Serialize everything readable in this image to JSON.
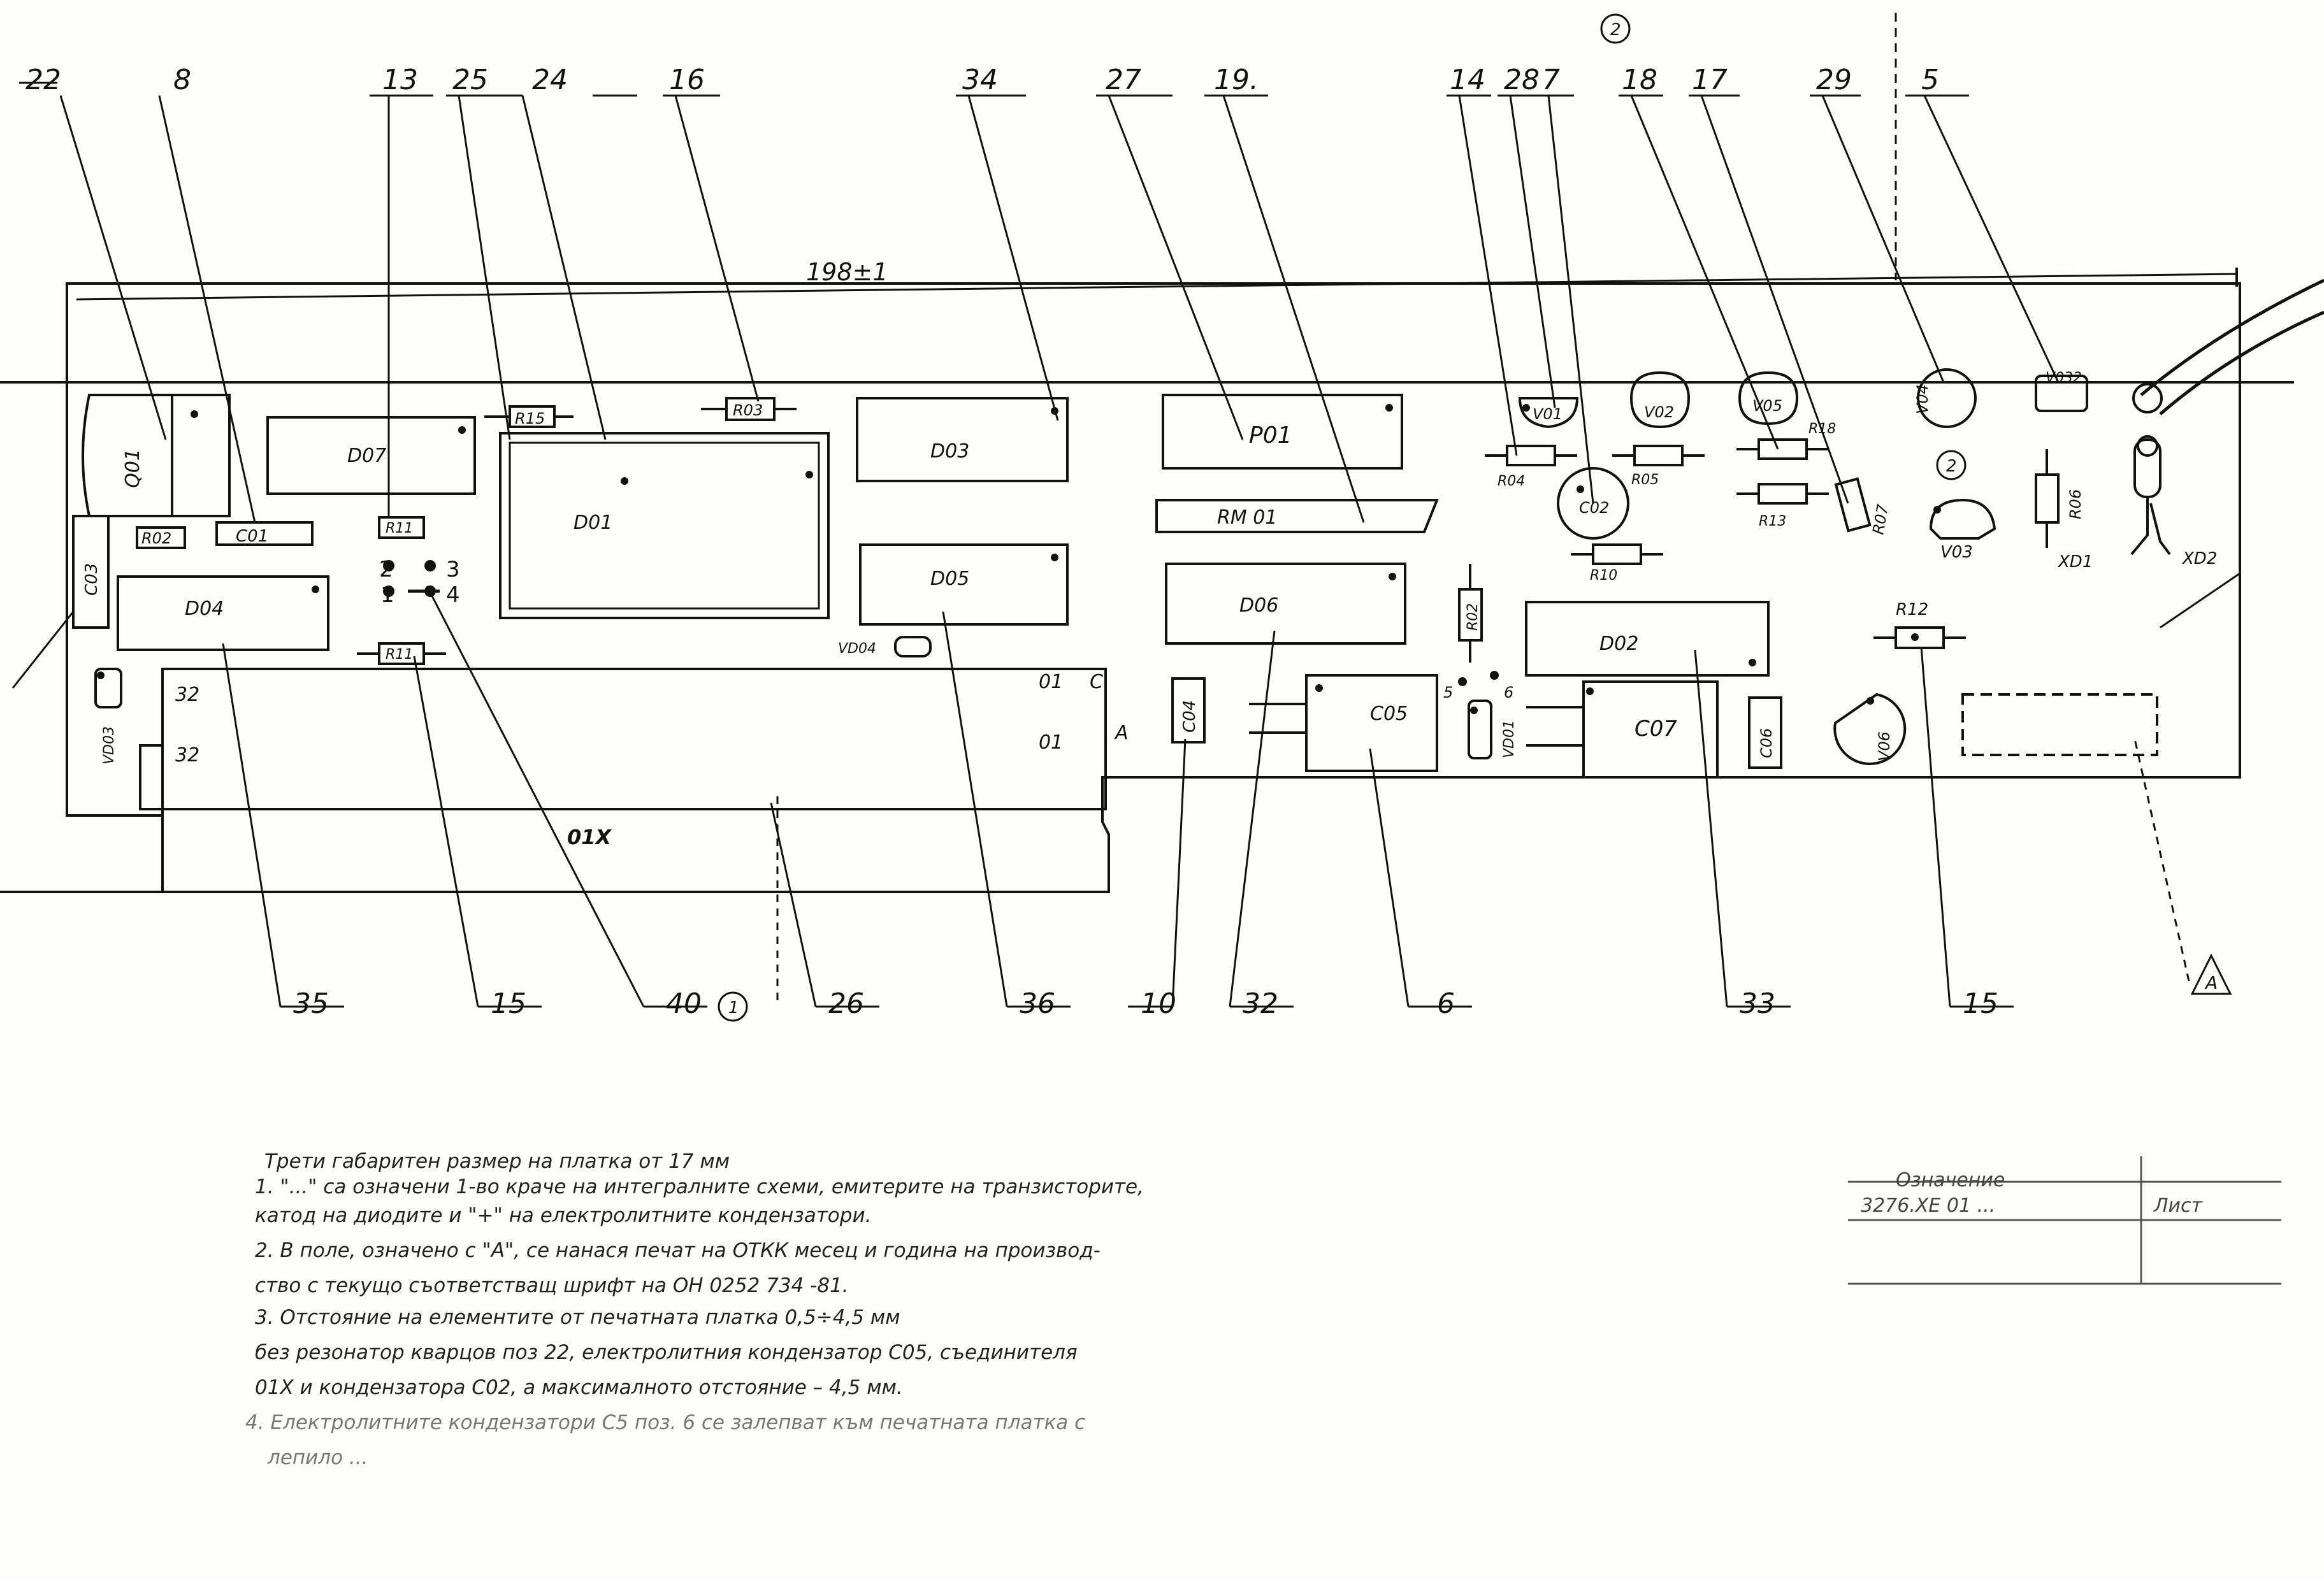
{
  "dimension": "198±1",
  "components": {
    "Q01": "Q01",
    "D07": "D07",
    "R15": "R15",
    "R03": "R03",
    "D03": "D03",
    "P01": "P01",
    "V01": "V01",
    "V02": "V02",
    "V05": "V05",
    "V04": "V04",
    "V032": "V032",
    "R02": "R02",
    "C01": "C01",
    "R11_top": "R11",
    "D01": "D01",
    "RM01": "RM 01",
    "R04": "R04",
    "C02": "C02",
    "R05": "R05",
    "R13": "R13",
    "R07": "R07",
    "R06": "R06",
    "V03": "V03",
    "C03": "C03",
    "D04": "D04",
    "R11_bot": "R11",
    "D05": "D05",
    "D06": "D06",
    "R10": "R10",
    "R02b": "R02",
    "D02": "D02",
    "R12": "R12",
    "XD1": "XD1",
    "XD2": "XD2",
    "R18": "R18",
    "VD04": "VD04",
    "VD03": "VD03",
    "C04": "C04",
    "C05": "C05",
    "VD01": "VD01",
    "C07": "C07",
    "C06": "C06",
    "V06": "V06"
  },
  "connector": {
    "c32a": "32",
    "c32b": "32",
    "c01a": "01",
    "c01b": "01",
    "rowC": "C",
    "rowA": "A",
    "name": "01X"
  },
  "pins": {
    "p1": "1",
    "p2": "2",
    "p3": "3",
    "p4": "4",
    "p5": "5",
    "p6": "6"
  },
  "circled": {
    "top": "2",
    "mid": "2",
    "bottom": "1"
  },
  "callouts_top": [
    "22",
    "8",
    "13",
    "25",
    "24",
    "16",
    "34",
    "27",
    "19.",
    "14",
    "28",
    "7",
    "18",
    "17",
    "29",
    "5"
  ],
  "callouts_bottom": [
    "35",
    "15",
    "40",
    "26",
    "36",
    "10",
    "32",
    "6",
    "33",
    "15"
  ],
  "area_mark": "A",
  "notes": [
    "Трети габаритен размер на платка от 17 мм",
    "1. \"...\" са означени 1-во краче на интегралните схеми, емитерите на транзисторите,",
    "катод на диодите и \"+\" на електролитните кондензатори.",
    "2. В поле, означено с \"А\", се нанася печат на ОТКК месец и година на производ-",
    "ство с текущо съответстващ шрифт на ОН 0252 734 -81.",
    "3. Отстояние на елементите от печатната платка 0,5÷4,5 мм",
    "без резонатор кварцов поз 22, електролитния кондензатор С05, съединителя",
    "01X и кондензатора С02, а максималното отстояние – 4,5 мм.",
    "4. Електролитните кондензатори С5 поз. 6 се залепват към печатната платка с",
    "лепило ..."
  ],
  "title_block": {
    "label": "Означение",
    "code": "3276.ХЕ 01 ...",
    "sheet": "Лист"
  }
}
